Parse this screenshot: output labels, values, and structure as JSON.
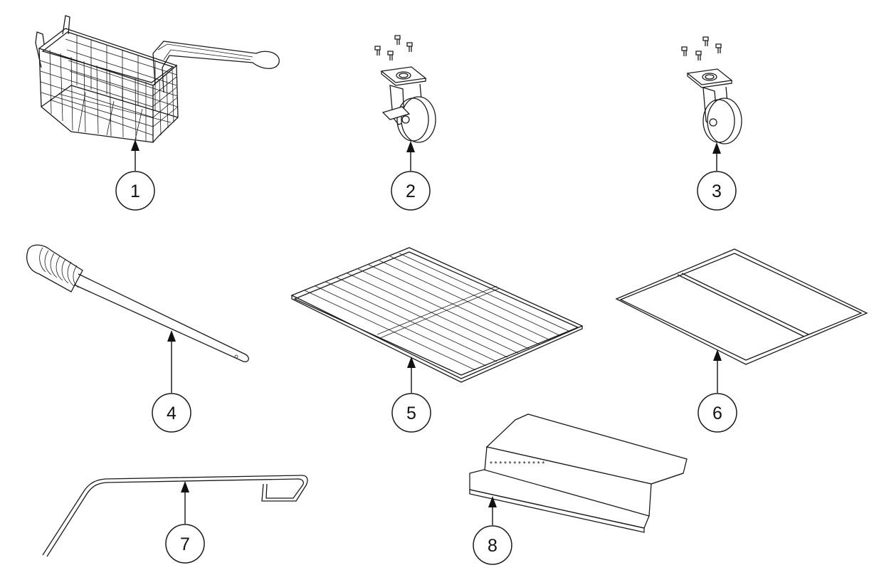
{
  "parts": [
    {
      "id": "fry-basket",
      "label": "1",
      "icon": "fry-basket-icon"
    },
    {
      "id": "caster-with-brake",
      "label": "2",
      "icon": "caster-brake-icon"
    },
    {
      "id": "caster",
      "label": "3",
      "icon": "caster-icon"
    },
    {
      "id": "clean-out-rod",
      "label": "4",
      "icon": "rod-icon"
    },
    {
      "id": "wire-rack",
      "label": "5",
      "icon": "rack-icon"
    },
    {
      "id": "support-rack",
      "label": "6",
      "icon": "frame-rack-icon"
    },
    {
      "id": "hook-rod",
      "label": "7",
      "icon": "hook-icon"
    },
    {
      "id": "splash-guard",
      "label": "8",
      "icon": "guard-icon"
    }
  ]
}
